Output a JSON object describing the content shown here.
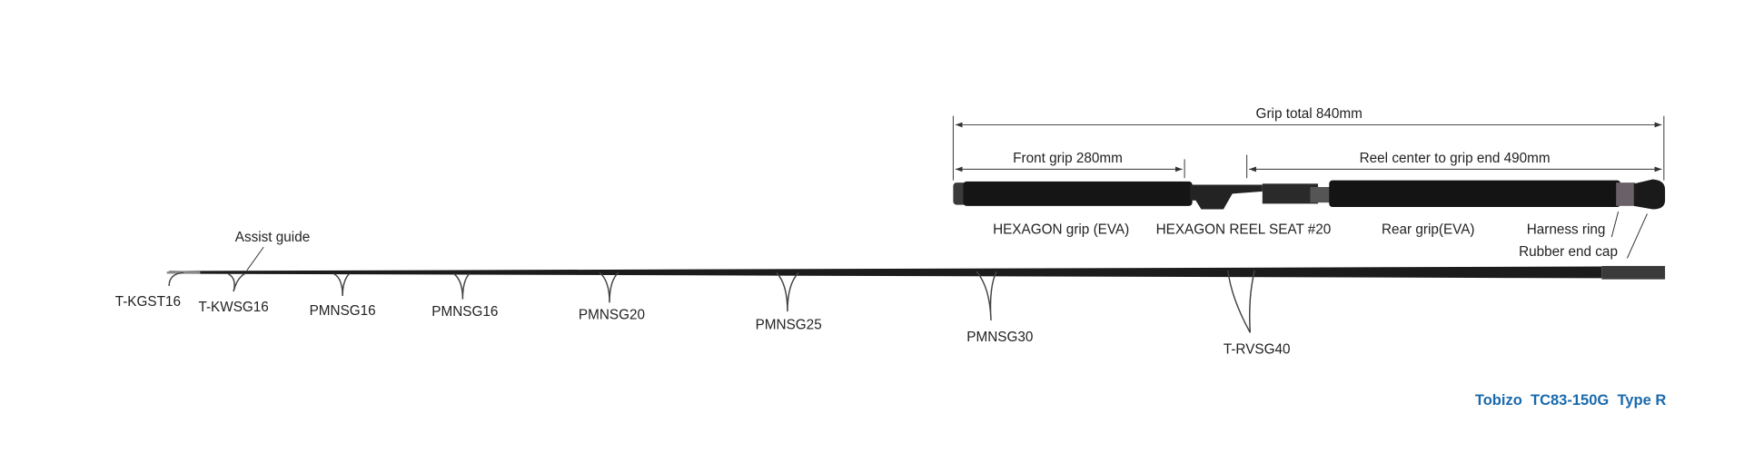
{
  "dimensions": {
    "grip_total": "Grip total 840mm",
    "front_grip": "Front grip 280mm",
    "reel_center": "Reel center to grip end 490mm"
  },
  "grip_parts": {
    "hexagon_grip": "HEXAGON grip (EVA)",
    "reel_seat": "HEXAGON REEL SEAT #20",
    "rear_grip": "Rear grip(EVA)",
    "harness_ring": "Harness ring",
    "end_cap": "Rubber end cap"
  },
  "assist_guide": "Assist guide",
  "guides": [
    "T-KGST16",
    "T-KWSG16",
    "PMNSG16",
    "PMNSG16",
    "PMNSG20",
    "PMNSG25",
    "PMNSG30",
    "T-RVSG40"
  ],
  "product_title": "Tobizo  TC83-150G  Type R",
  "colors": {
    "title": "#1a6aab",
    "rod": "#1c1c1c"
  }
}
